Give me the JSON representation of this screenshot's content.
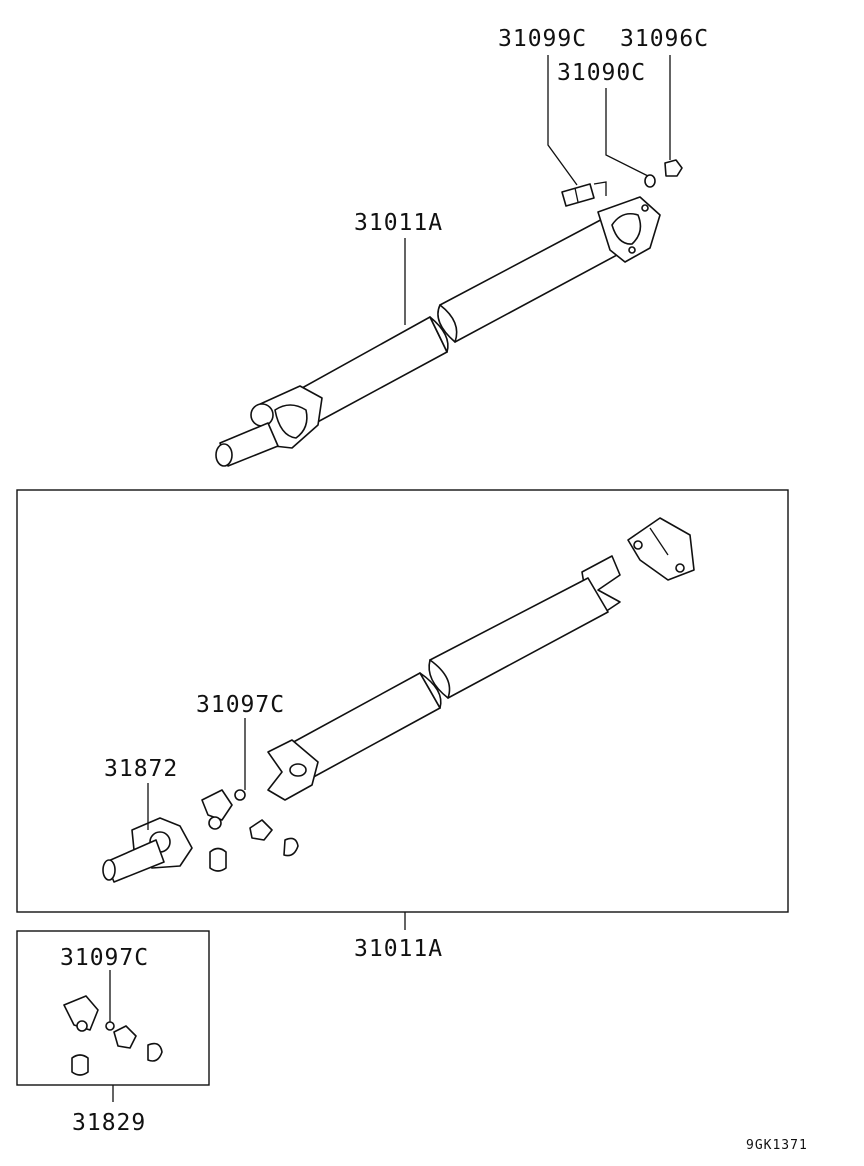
{
  "callouts": {
    "bearing_top": "31099C",
    "bolt_top": "31096C",
    "nut_top": "31090C",
    "shaft_top": "31011A",
    "spider_main": "31097C",
    "yoke_flange": "31872",
    "shaft_bottom": "31011A",
    "spider_inset": "31097C",
    "kit_inset": "31829"
  },
  "diagram_code": "9GK1371"
}
